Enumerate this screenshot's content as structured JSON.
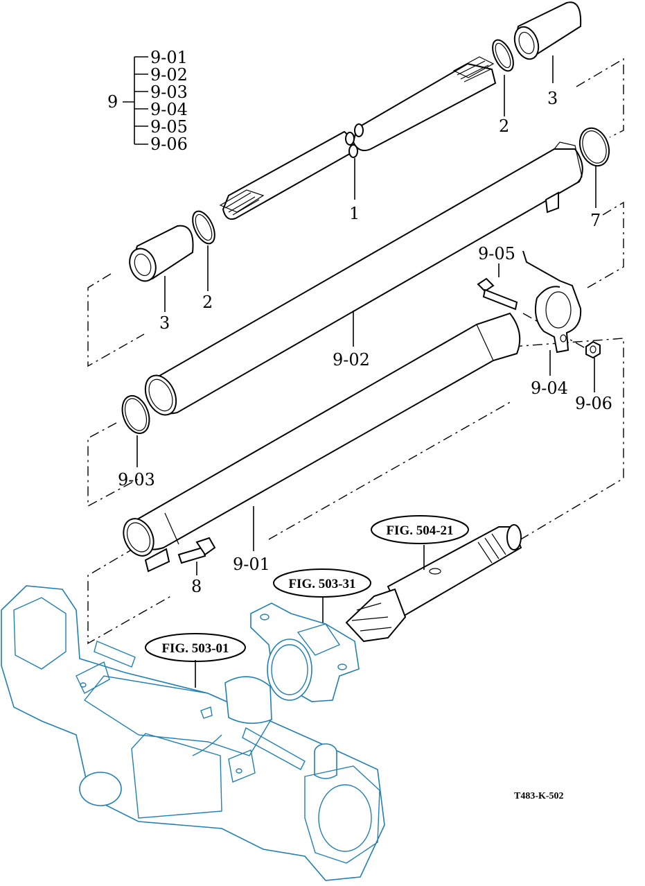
{
  "assembly": {
    "group_label": "9",
    "sub_items": [
      "9-01",
      "9-02",
      "9-03",
      "9-04",
      "9-05",
      "9-06"
    ]
  },
  "callouts": {
    "part_1": "1",
    "part_2_top": "2",
    "part_2_bottom": "2",
    "part_3_top": "3",
    "part_3_bottom": "3",
    "part_7": "7",
    "part_8": "8",
    "part_9_01": "9-01",
    "part_9_02": "9-02",
    "part_9_03": "9-03",
    "part_9_04": "9-04",
    "part_9_05": "9-05",
    "part_9_06": "9-06"
  },
  "figure_refs": {
    "fig_504_21": "FIG. 504-21",
    "fig_503_31": "FIG. 503-31",
    "fig_503_01": "FIG. 503-01"
  },
  "drawing_code": "T483-K-502",
  "colors": {
    "line": "#000000",
    "housing": "#1f7fb6",
    "background": "#ffffff"
  }
}
